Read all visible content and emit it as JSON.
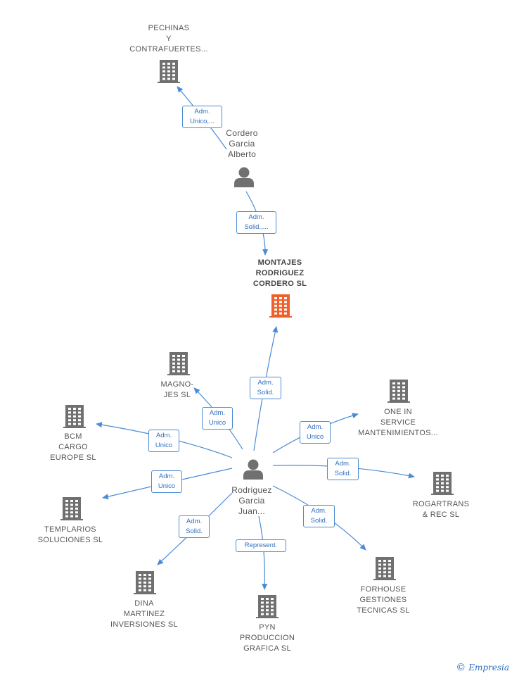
{
  "center": {
    "lines": [
      "MONTAJES",
      "RODRIGUEZ",
      "CORDERO  SL"
    ]
  },
  "persons": {
    "cordero": {
      "lines": [
        "Cordero",
        "Garcia",
        "Alberto"
      ]
    },
    "rodriguez": {
      "lines": [
        "Rodriguez",
        "Garcia",
        "Juan..."
      ]
    }
  },
  "companies": {
    "pechinas": {
      "lines": [
        "PECHINAS",
        "Y",
        "CONTRAFUERTES..."
      ]
    },
    "magnojes": {
      "lines": [
        "MAGNO-",
        "JES  SL"
      ]
    },
    "bcm": {
      "lines": [
        "BCM",
        "CARGO",
        "EUROPE  SL"
      ]
    },
    "templarios": {
      "lines": [
        "TEMPLARIOS",
        "SOLUCIONES SL"
      ]
    },
    "dina": {
      "lines": [
        "DINA",
        "MARTINEZ",
        "INVERSIONES SL"
      ]
    },
    "pyn": {
      "lines": [
        "PYN",
        "PRODUCCION",
        "GRAFICA SL"
      ]
    },
    "forhouse": {
      "lines": [
        "FORHOUSE",
        "GESTIONES",
        "TECNICAS  SL"
      ]
    },
    "rogartrans": {
      "lines": [
        "ROGARTRANS",
        "& REC  SL"
      ]
    },
    "onein": {
      "lines": [
        "ONE IN",
        "SERVICE",
        "MANTENIMIENTOS..."
      ]
    }
  },
  "roles": {
    "cordero_pechinas": [
      "Adm.",
      "Unico,..."
    ],
    "cordero_montajes": [
      "Adm.",
      "Solid.,..."
    ],
    "rodriguez_montajes": [
      "Adm.",
      "Solid."
    ],
    "rodriguez_magnojes": [
      "Adm.",
      "Unico"
    ],
    "rodriguez_bcm": [
      "Adm.",
      "Unico"
    ],
    "rodriguez_templarios": [
      "Adm.",
      "Unico"
    ],
    "rodriguez_dina": [
      "Adm.",
      "Solid."
    ],
    "rodriguez_pyn": [
      "Represent."
    ],
    "rodriguez_forhouse": [
      "Adm.",
      "Solid."
    ],
    "rodriguez_rogartrans": [
      "Adm.",
      "Solid."
    ],
    "rodriguez_onein": [
      "Adm.",
      "Unico"
    ]
  },
  "colors": {
    "edge": "#4a8bd4",
    "building": "#707070",
    "building_center": "#f0602a",
    "person": "#707070"
  },
  "icons": {
    "building": "building-icon",
    "person": "person-icon"
  },
  "footer": {
    "copyright": "©",
    "brand": "Empresia"
  }
}
